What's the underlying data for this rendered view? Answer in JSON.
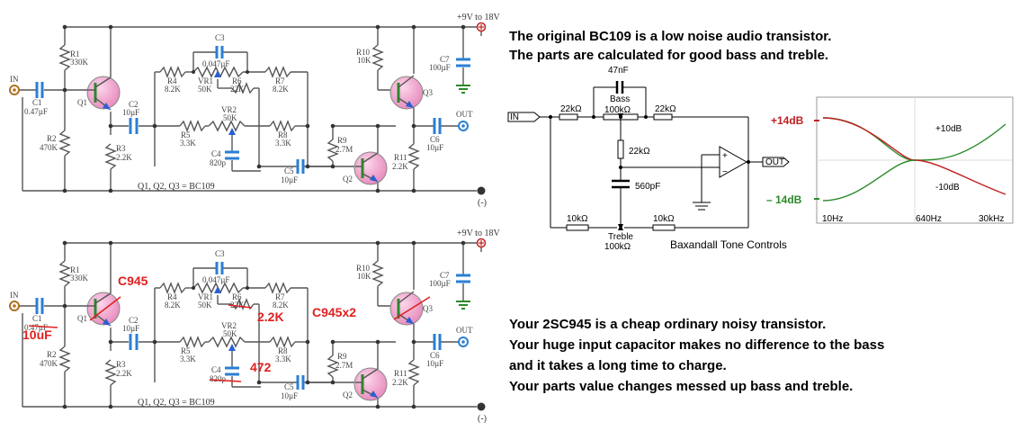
{
  "colors": {
    "wire": "#555555",
    "transistor": "#f0a8cc",
    "cap_fill": "#2a7fd4",
    "red_note": "#e02020",
    "treble_curve": "#2a8a2a",
    "bass_curve": "#c02020"
  },
  "top_schematic": {
    "supply": "+9V to 18V",
    "ground": "(-)",
    "input": "IN",
    "output": "OUT",
    "r1": "R1",
    "r1v": "330K",
    "r2": "R2",
    "r2v": "470K",
    "r3": "R3",
    "r3v": "2.2K",
    "r4": "R4",
    "r4v": "8.2K",
    "r5": "R5",
    "r5v": "3.3K",
    "r6": "R6",
    "r6v": "22K",
    "r7": "R7",
    "r7v": "8.2K",
    "r8": "R8",
    "r8v": "3.3K",
    "r9": "R9",
    "r9v": "2.7M",
    "r10": "R10",
    "r10v": "10K",
    "r11": "R11",
    "r11v": "2.2K",
    "vr1": "VR1",
    "vr1v": "50K",
    "vr2": "VR2",
    "vr2v": "50K",
    "c1": "C1",
    "c1v": "0.47µF",
    "c2": "C2",
    "c2v": "10µF",
    "c3": "C3",
    "c3v": "0.047µF",
    "c4": "C4",
    "c4v": "820p",
    "c5": "C5",
    "c5v": "10µF",
    "c6": "C6",
    "c6v": "10µF",
    "c7": "C7",
    "c7v": "100µF",
    "q1": "Q1",
    "q2": "Q2",
    "q3": "Q3",
    "qnote": "Q1, Q2, Q3 = BC109"
  },
  "bottom_schematic": {
    "supply": "+9V to 18V",
    "ground": "(-)",
    "input": "IN",
    "output": "OUT",
    "r1": "R1",
    "r1v": "330K",
    "r2": "R2",
    "r2v": "470K",
    "r3": "R3",
    "r3v": "2.2K",
    "r4": "R4",
    "r4v": "8.2K",
    "r5": "R5",
    "r5v": "3.3K",
    "r6": "R6",
    "r6v": "22K",
    "r7": "R7",
    "r7v": "8.2K",
    "r8": "R8",
    "r8v": "3.3K",
    "r9": "R9",
    "r9v": "2.7M",
    "r10": "R10",
    "r10v": "10K",
    "r11": "R11",
    "r11v": "2.2K",
    "vr1": "VR1",
    "vr1v": "50K",
    "vr2": "VR2",
    "vr2v": "50K",
    "c1": "C1",
    "c1v": "0.47µF",
    "c2": "C2",
    "c2v": "10µF",
    "c3": "C3",
    "c3v": "0.047µF",
    "c4": "C4",
    "c4v": "820p",
    "c5": "C5",
    "c5v": "10µF",
    "c6": "C6",
    "c6v": "10µF",
    "c7": "C7",
    "c7v": "100µF",
    "q1": "Q1",
    "q2": "Q2",
    "q3": "Q3",
    "qnote": "Q1, Q2, Q3 = BC109"
  },
  "annotations": {
    "q1_replacement": "C945",
    "c1_replacement": "10uF",
    "r6_replacement": "2.2K",
    "c4_replacement": "472",
    "q23_replacement": "C945x2"
  },
  "notes_top": [
    "The original BC109 is a low noise audio transistor.",
    "The parts are calculated for good bass and treble."
  ],
  "notes_bottom": [
    "Your 2SC945 is a cheap ordinary noisy transistor.",
    "Your huge input capacitor makes no difference to the bass",
    "and it takes a long time to charge.",
    "Your parts value changes messed up bass and treble."
  ],
  "baxandall": {
    "title": "Baxandall Tone Controls",
    "input": "IN",
    "output": "OUT",
    "c_top": "47nF",
    "bass": "Bass",
    "bass_pot": "100kΩ",
    "r_in": "22kΩ",
    "r_out": "22kΩ",
    "r_mid": "22kΩ",
    "c_mid": "560pF",
    "r_bl": "10kΩ",
    "r_br": "10kΩ",
    "treble": "Treble",
    "treble_pot": "100kΩ",
    "opamp_plus": "+",
    "opamp_minus": "−"
  },
  "response_graph": {
    "label_plus": "+14dB",
    "label_minus": "– 14dB",
    "in_plus": "+10dB",
    "in_minus": "-10dB",
    "x_ticks": [
      "10Hz",
      "640Hz",
      "30kHz"
    ]
  }
}
